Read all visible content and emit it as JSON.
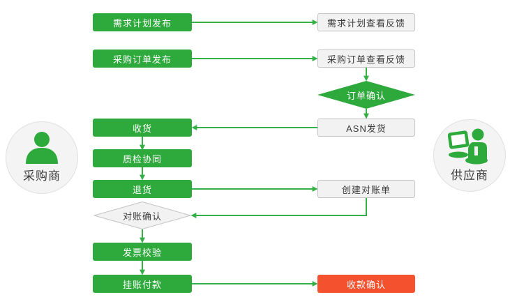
{
  "colors": {
    "green": "#2ea93c",
    "line_green": "#35b046",
    "red": "#f4512e",
    "gray_fill": "#f2f2f2",
    "gray_border": "#c3c3c3",
    "text_dark": "#3b3b3b",
    "circle_fill": "#f4f4f4",
    "circle_border": "#e0e0e0"
  },
  "actors": {
    "buyer": {
      "label": "采购商"
    },
    "supplier": {
      "label": "供应商"
    }
  },
  "nodes": {
    "demand_plan_publish": {
      "label": "需求计划发布",
      "type": "green-box"
    },
    "demand_plan_feedback": {
      "label": "需求计划查看反馈",
      "type": "gray-box"
    },
    "po_publish": {
      "label": "采购订单发布",
      "type": "green-box"
    },
    "po_feedback": {
      "label": "采购订单查看反馈",
      "type": "gray-box"
    },
    "order_confirm": {
      "label": "订单确认",
      "type": "green-diamond"
    },
    "asn_ship": {
      "label": "ASN发货",
      "type": "gray-box"
    },
    "receive_goods": {
      "label": "收货",
      "type": "green-box"
    },
    "quality_collab": {
      "label": "质检协同",
      "type": "green-box"
    },
    "return_goods": {
      "label": "退货",
      "type": "green-box"
    },
    "create_statement": {
      "label": "创建对账单",
      "type": "gray-box"
    },
    "statement_confirm": {
      "label": "对账确认",
      "type": "gray-diamond"
    },
    "invoice_check": {
      "label": "发票校验",
      "type": "green-box"
    },
    "booked_payment": {
      "label": "挂账付款",
      "type": "green-box"
    },
    "receipt_confirm": {
      "label": "收款确认",
      "type": "red-box"
    }
  },
  "edges": [
    {
      "from": "demand_plan_publish",
      "to": "demand_plan_feedback"
    },
    {
      "from": "po_publish",
      "to": "po_feedback"
    },
    {
      "from": "po_feedback",
      "to": "order_confirm"
    },
    {
      "from": "order_confirm",
      "to": "asn_ship"
    },
    {
      "from": "asn_ship",
      "to": "receive_goods"
    },
    {
      "from": "receive_goods",
      "to": "quality_collab"
    },
    {
      "from": "quality_collab",
      "to": "return_goods"
    },
    {
      "from": "return_goods",
      "to": "create_statement"
    },
    {
      "from": "create_statement",
      "to": "statement_confirm"
    },
    {
      "from": "statement_confirm",
      "to": "invoice_check"
    },
    {
      "from": "invoice_check",
      "to": "booked_payment"
    },
    {
      "from": "booked_payment",
      "to": "receipt_confirm"
    }
  ]
}
